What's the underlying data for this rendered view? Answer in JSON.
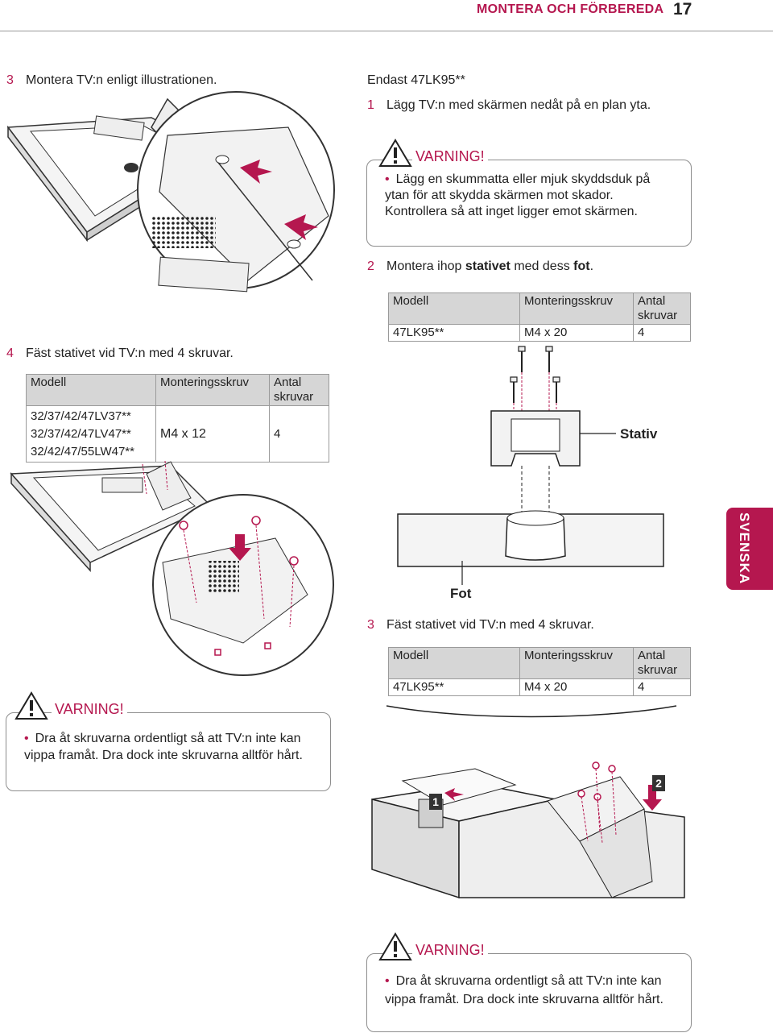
{
  "header": {
    "title": "MONTERA OCH FÖRBEREDA",
    "page": "17"
  },
  "left": {
    "step3": {
      "num": "3",
      "text": "Montera TV:n enligt illustrationen."
    },
    "step4": {
      "num": "4",
      "text": "Fäst stativet vid TV:n med 4 skruvar."
    },
    "table": {
      "headers": [
        "Modell",
        "Monteringsskruv",
        "Antal skruvar"
      ],
      "models": [
        "32/37/42/47LV37**",
        "32/37/42/47LV47**",
        "32/42/47/55LW47**"
      ],
      "screw": "M4 x 12",
      "count": "4"
    },
    "warning": {
      "title": "VARNING!",
      "text": "Dra åt skruvarna ordentligt så att TV:n inte kan vippa framåt. Dra dock inte skruvarna alltför hårt."
    }
  },
  "right": {
    "only": "Endast 47LK95**",
    "step1": {
      "num": "1",
      "text": "Lägg TV:n med skärmen nedåt på en plan yta."
    },
    "warning1": {
      "title": "VARNING!",
      "text": "Lägg en skummatta eller mjuk skyddsduk på ytan för att skydda skärmen mot skador. Kontrollera så att inget ligger emot skärmen."
    },
    "step2": {
      "num": "2",
      "pre": "Montera ihop ",
      "b1": "stativet",
      "mid": " med dess ",
      "b2": "fot",
      "post": "."
    },
    "table1": {
      "headers": [
        "Modell",
        "Monteringsskruv",
        "Antal skruvar"
      ],
      "model": "47LK95**",
      "screw": "M4 x 20",
      "count": "4"
    },
    "label_stand": "Stativ",
    "label_foot": "Fot",
    "step3": {
      "num": "3",
      "text": "Fäst stativet vid TV:n med 4 skruvar."
    },
    "table2": {
      "headers": [
        "Modell",
        "Monteringsskruv",
        "Antal skruvar"
      ],
      "model": "47LK95**",
      "screw": "M4 x 20",
      "count": "4"
    },
    "badge1": "1",
    "badge2": "2",
    "warning2": {
      "title": "VARNING!",
      "text": "Dra åt skruvarna ordentligt så att TV:n inte kan vippa framåt. Dra dock inte skruvarna alltför hårt."
    }
  },
  "side_tab": "SVENSKA",
  "colors": {
    "accent": "#b5174f",
    "text": "#222222",
    "table_header": "#d6d6d6"
  }
}
